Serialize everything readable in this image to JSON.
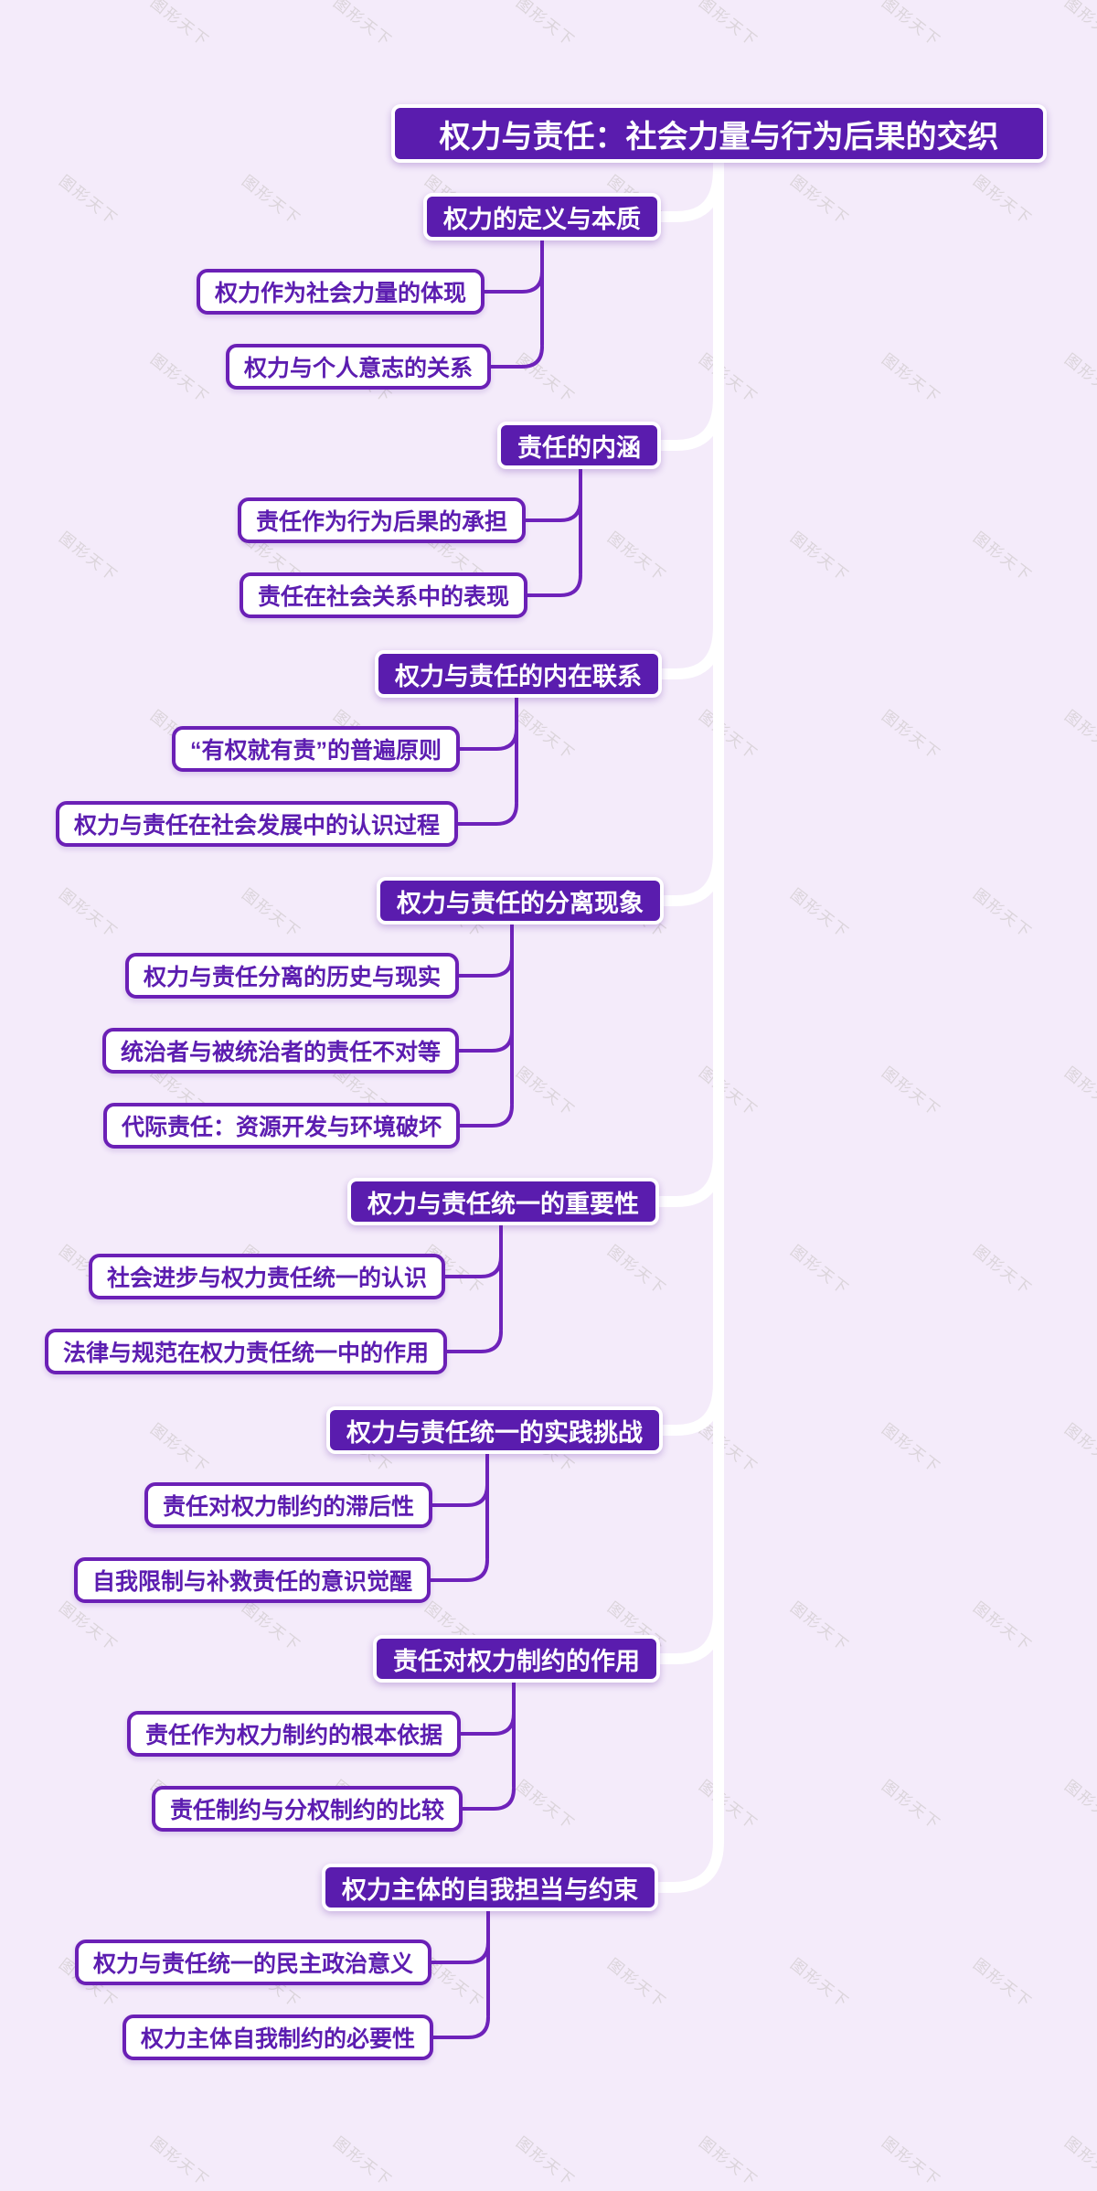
{
  "root": {
    "label": "权力与责任：社会力量与行为后果的交织"
  },
  "branches": [
    {
      "label": "权力的定义与本质",
      "children": [
        {
          "label": "权力作为社会力量的体现"
        },
        {
          "label": "权力与个人意志的关系"
        }
      ]
    },
    {
      "label": "责任的内涵",
      "children": [
        {
          "label": "责任作为行为后果的承担"
        },
        {
          "label": "责任在社会关系中的表现"
        }
      ]
    },
    {
      "label": "权力与责任的内在联系",
      "children": [
        {
          "label": "“有权就有责”的普遍原则"
        },
        {
          "label": "权力与责任在社会发展中的认识过程"
        }
      ]
    },
    {
      "label": "权力与责任的分离现象",
      "children": [
        {
          "label": "权力与责任分离的历史与现实"
        },
        {
          "label": "统治者与被统治者的责任不对等"
        },
        {
          "label": "代际责任：资源开发与环境破坏"
        }
      ]
    },
    {
      "label": "权力与责任统一的重要性",
      "children": [
        {
          "label": "社会进步与权力责任统一的认识"
        },
        {
          "label": "法律与规范在权力责任统一中的作用"
        }
      ]
    },
    {
      "label": "权力与责任统一的实践挑战",
      "children": [
        {
          "label": "责任对权力制约的滞后性"
        },
        {
          "label": "自我限制与补救责任的意识觉醒"
        }
      ]
    },
    {
      "label": "责任对权力制约的作用",
      "children": [
        {
          "label": "责任作为权力制约的根本依据"
        },
        {
          "label": "责任制约与分权制约的比较"
        }
      ]
    },
    {
      "label": "权力主体的自我担当与约束",
      "children": [
        {
          "label": "权力与责任统一的民主政治意义"
        },
        {
          "label": "权力主体自我制约的必要性"
        }
      ]
    }
  ],
  "watermark": {
    "text": "图形天下"
  },
  "colors": {
    "background": "#f4ebfa",
    "node_fill": "#5a1cae",
    "node_text": "#ffffff",
    "child_border": "#6b20b6",
    "child_text": "#5c1db0",
    "connector": "#6e22ba",
    "spine": "#ffffff"
  }
}
